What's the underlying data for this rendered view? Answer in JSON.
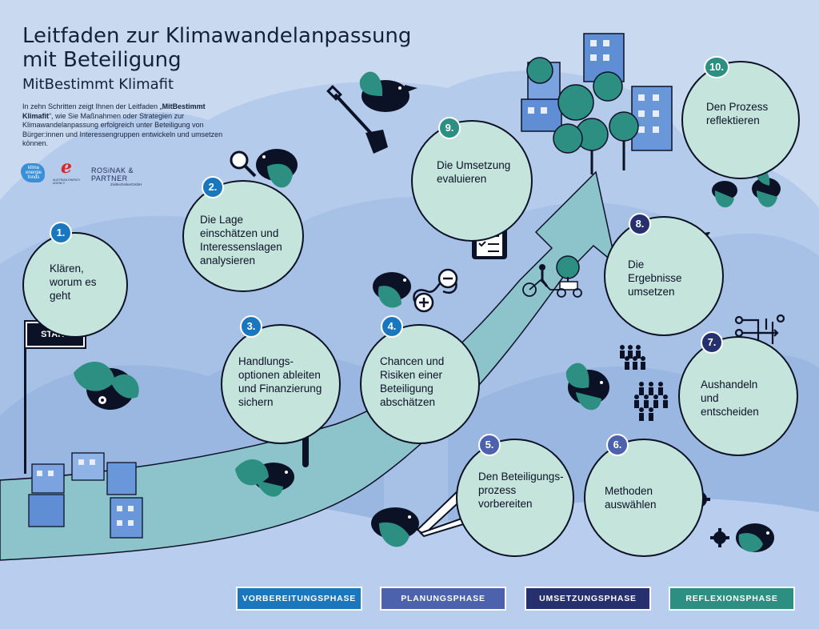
{
  "header": {
    "title": "Leitfaden zur Klimawandelanpassung mit Beteiligung",
    "subtitle": "MitBestimmt Klimafit",
    "intro_before": "In zehn Schritten zeigt Ihnen der Leitfaden „",
    "intro_bold": "MitBestimmt Klimafit",
    "intro_after": "“, wie Sie Maßnahmen oder Strategien zur Klimawandelanpassung erfolgreich unter Beteiligung von Bürger:innen und Interessengruppen entwickeln und umsetzen können."
  },
  "logos": {
    "kef": "klima energie fonds",
    "aea": "AUSTRIAN ENERGY AGENCY",
    "rp_name": "ROSiNAK & PARTNER",
    "rp_sub": "ZiviltechnikerGmbH"
  },
  "start_label": "START",
  "steps": [
    {
      "number": "1.",
      "text": "Klären, worum es geht",
      "phase": "vorbereitung"
    },
    {
      "number": "2.",
      "text": "Die Lage einschätzen und Interessenslagen analysieren",
      "phase": "vorbereitung"
    },
    {
      "number": "3.",
      "text": "Handlungs-optionen ableiten und Finanzierung sichern",
      "phase": "vorbereitung"
    },
    {
      "number": "4.",
      "text": "Chancen und Risiken einer Beteiligung abschätzen",
      "phase": "vorbereitung"
    },
    {
      "number": "5.",
      "text": "Den Beteiligungs-prozess vorbereiten",
      "phase": "planung"
    },
    {
      "number": "6.",
      "text": "Methoden auswählen",
      "phase": "planung"
    },
    {
      "number": "7.",
      "text": "Aushandeln und entscheiden",
      "phase": "umsetzung"
    },
    {
      "number": "8.",
      "text": "Die Ergebnisse umsetzen",
      "phase": "umsetzung"
    },
    {
      "number": "9.",
      "text": "Die Umsetzung evaluieren",
      "phase": "reflexion"
    },
    {
      "number": "10.",
      "text": "Den Prozess reflektieren",
      "phase": "reflexion"
    }
  ],
  "legend": [
    {
      "label": "VORBEREITUNGSPHASE",
      "color": "#1a77bd"
    },
    {
      "label": "PLANUNGSPHASE",
      "color": "#4c62ad"
    },
    {
      "label": "UMSETZUNGSPHASE",
      "color": "#27306e"
    },
    {
      "label": "REFLEXIONSPHASE",
      "color": "#2c8f82"
    }
  ],
  "colors": {
    "background": "#c9daf0",
    "hill": "#a7c1e6",
    "path_arrow": "#8dc4cc",
    "circle_fill": "#c4e4dc",
    "bird_green": "#2c8f82",
    "outline": "#0c1226"
  },
  "icons": [
    "shovel-icon",
    "magnifier-icon",
    "clipboard-checklist-icon",
    "plus-minus-icon",
    "euro-money-tree-icon",
    "seedling-icon",
    "flowchart-arrows-icon",
    "people-group-icon",
    "pencils-icon",
    "gears-icon",
    "speech-bubble-icon",
    "cargo-bike-icon",
    "buildings-icon",
    "trees-icon"
  ]
}
